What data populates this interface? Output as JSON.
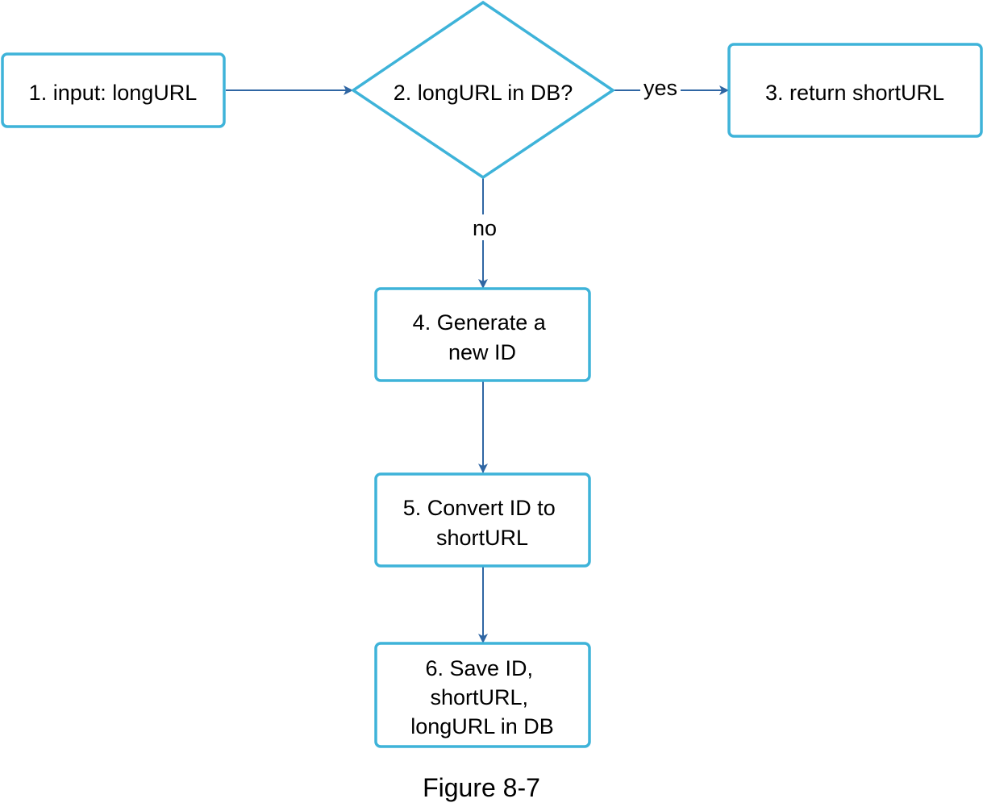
{
  "colors": {
    "node_stroke": "#3eb3d9",
    "edge_stroke": "#2f66a3",
    "text": "#000000",
    "background": "#ffffff"
  },
  "nodes": {
    "input": {
      "lines": [
        "1. input: longURL"
      ]
    },
    "check": {
      "lines": [
        "2. longURL in DB?"
      ]
    },
    "return": {
      "lines": [
        "3. return shortURL"
      ]
    },
    "generate": {
      "lines": [
        "4. Generate a",
        "new ID"
      ]
    },
    "convert": {
      "lines": [
        "5. Convert ID to",
        "shortURL"
      ]
    },
    "save": {
      "lines": [
        "6. Save ID,",
        "shortURL,",
        "longURL in DB"
      ]
    }
  },
  "edges": {
    "yes_label": "yes",
    "no_label": "no"
  },
  "caption": "Figure 8-7"
}
